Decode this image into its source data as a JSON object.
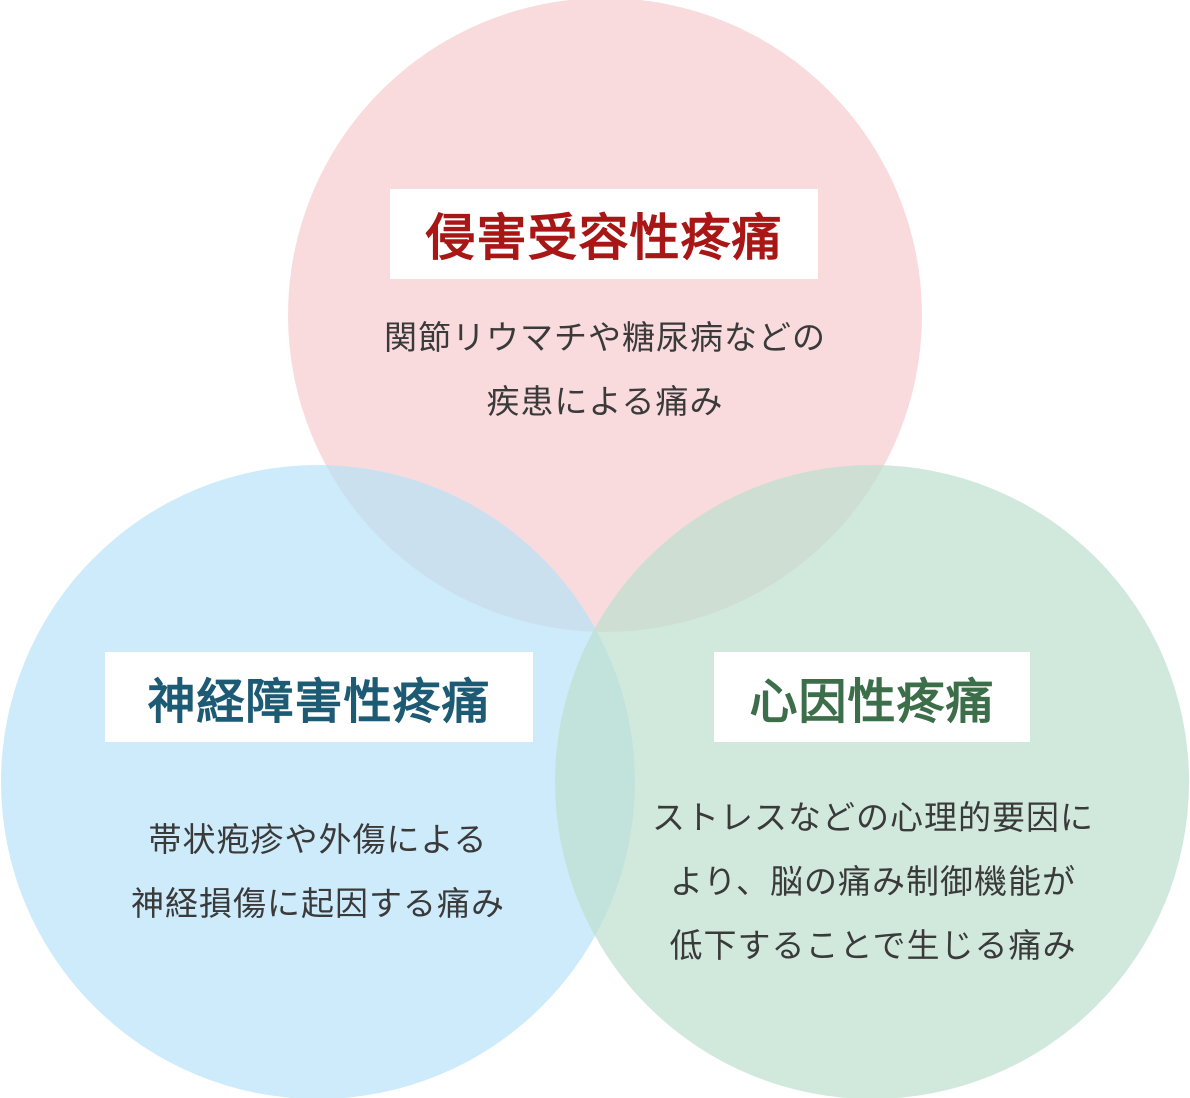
{
  "colors": {
    "top_circle": "#f5c3c6",
    "left_circle": "#b8e3f8",
    "right_circle": "#bde0cf",
    "top_title": "#a81616",
    "left_title": "#1d5a73",
    "right_title": "#3c6e4a",
    "body_text": "#3a3a3a"
  },
  "circles": {
    "top": {
      "title": "侵害受容性疼痛",
      "line1": "関節リウマチや糖尿病などの",
      "line2": "疾患による痛み"
    },
    "left": {
      "title": "神経障害性疼痛",
      "line1": "帯状疱疹や外傷による",
      "line2": "神経損傷に起因する痛み"
    },
    "right": {
      "title": "心因性疼痛",
      "line1": "ストレスなどの心理的要因に",
      "line2": "より、脳の痛み制御機能が",
      "line3": "低下することで生じる痛み"
    }
  }
}
